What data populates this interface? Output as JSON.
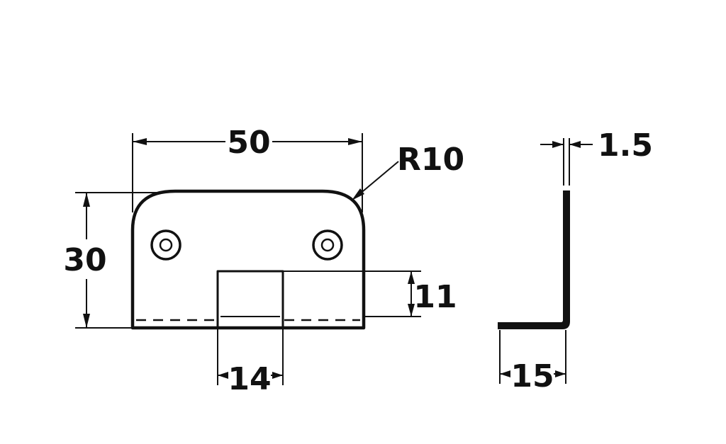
{
  "drawing": {
    "colors": {
      "line": "#111111",
      "background": "#ffffff"
    },
    "dimensions": {
      "width": "50",
      "height": "30",
      "radius": "R10",
      "slot_height": "11",
      "slot_width": "14",
      "thickness": "1.5",
      "flange_length": "15"
    }
  }
}
